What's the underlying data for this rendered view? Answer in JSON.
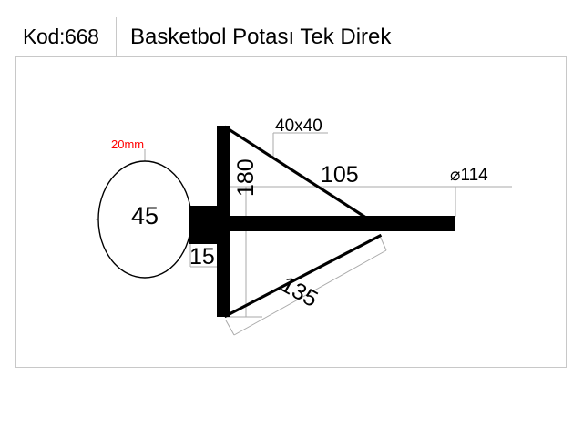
{
  "title_block": {
    "code": "Kod:668",
    "title": "Basketbol Potası Tek Direk"
  },
  "drawing": {
    "type": "technical-drawing",
    "description": "Single-post basketball hoop side elevation",
    "labels": {
      "backboard_thickness": "20mm",
      "backboard_size": "45",
      "hub_size": "15",
      "mast_height": "180",
      "brace_profile": "40x40",
      "upper_brace": "105",
      "lower_brace": "135",
      "pole_diameter": "⌀114"
    },
    "colors": {
      "solid": "#000000",
      "frame": "#c8c8c8",
      "dimension_line": "#aaaaaa",
      "highlight": "#ff0000",
      "background": "#ffffff"
    }
  }
}
